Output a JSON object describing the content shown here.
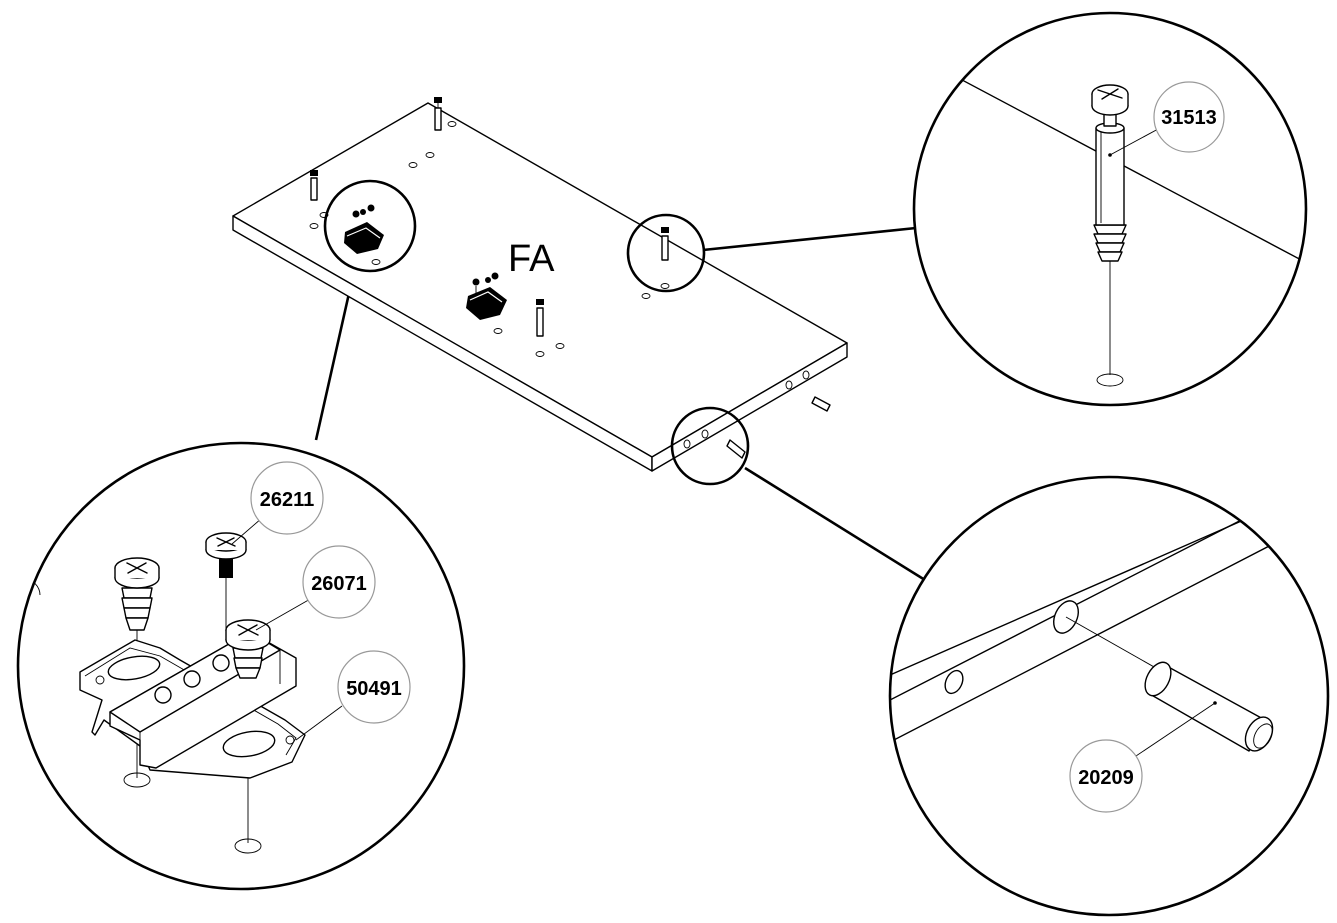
{
  "panel_label": "FA",
  "callouts": {
    "dowel": "20209",
    "cam_bolt": "31513",
    "screw": "26211",
    "euro_screw": "26071",
    "hinge_plate": "50491"
  }
}
